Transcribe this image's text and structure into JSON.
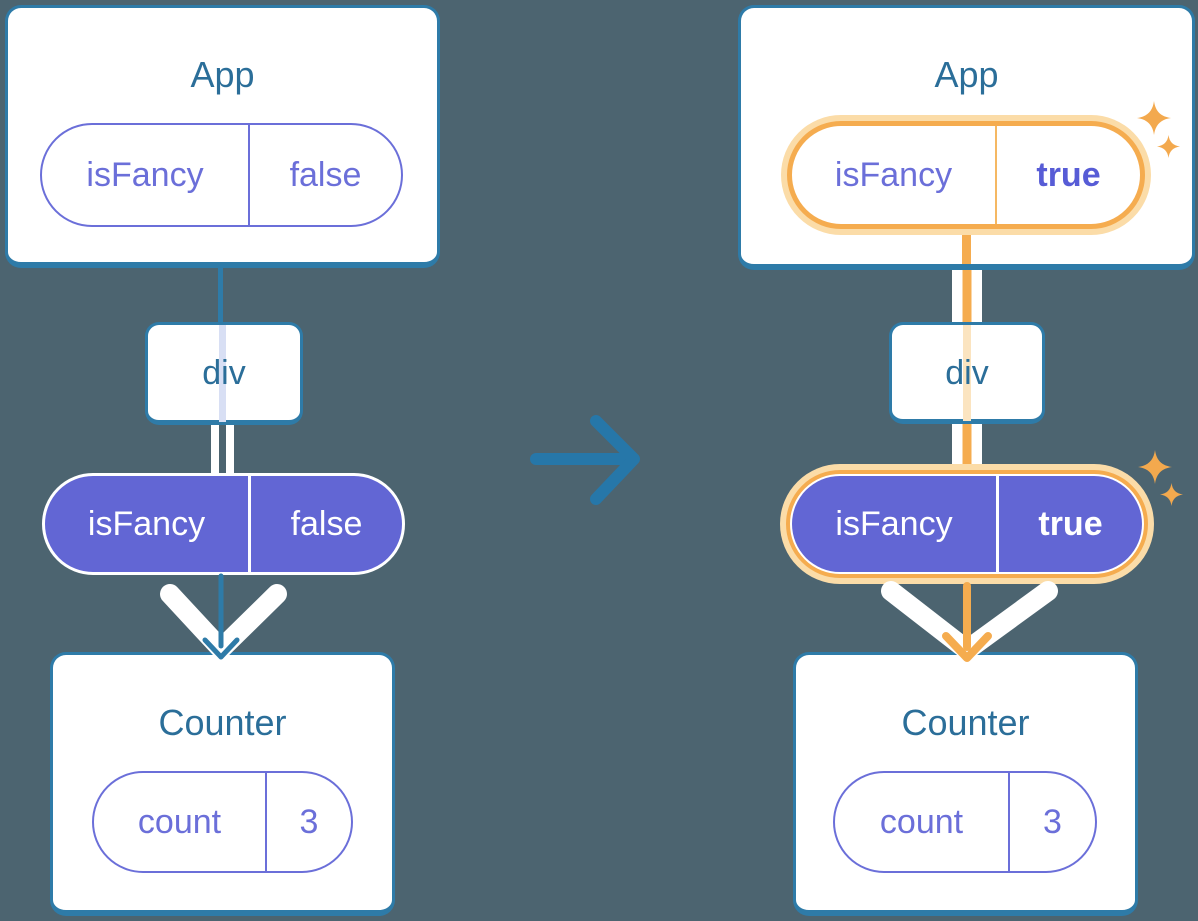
{
  "diagram": {
    "before": {
      "app": {
        "title": "App",
        "prop": {
          "key": "isFancy",
          "value": "false"
        }
      },
      "div": {
        "label": "div"
      },
      "passed_prop": {
        "key": "isFancy",
        "value": "false"
      },
      "counter": {
        "title": "Counter",
        "state": {
          "key": "count",
          "value": "3"
        }
      }
    },
    "after": {
      "app": {
        "title": "App",
        "prop": {
          "key": "isFancy",
          "value": "true"
        }
      },
      "div": {
        "label": "div"
      },
      "passed_prop": {
        "key": "isFancy",
        "value": "true"
      },
      "counter": {
        "title": "Counter",
        "state": {
          "key": "count",
          "value": "3"
        }
      }
    },
    "colors": {
      "background": "#4C6470",
      "card_border": "#2E7BA8",
      "heading_text": "#2B6E99",
      "purple_outline": "#6B6FD9",
      "purple_fill": "#6266D4",
      "highlight_orange": "#F5AC4F",
      "highlight_peach": "#FBDCA8",
      "transition_arrow": "#2677A9"
    },
    "icons": {
      "transition": "right-arrow-icon",
      "highlight": "sparkle-icon"
    }
  }
}
